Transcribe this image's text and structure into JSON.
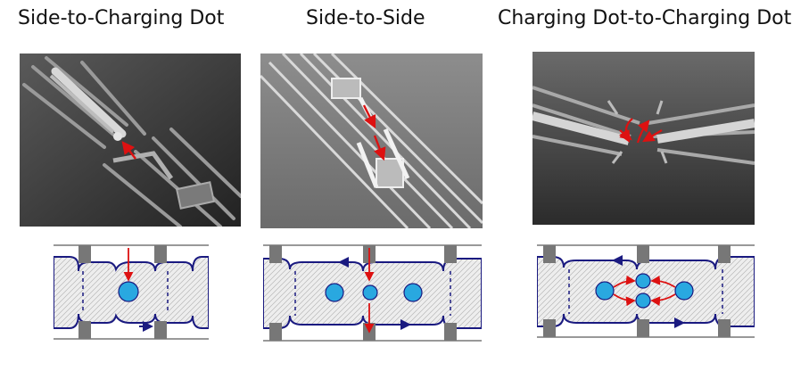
{
  "titles": {
    "side_to_charging_dot": "Side-to-Charging Dot",
    "side_to_side": "Side-to-Side",
    "dot_to_dot": "Charging Dot-to-Charging Dot"
  },
  "colors": {
    "arrow_red": "#dd1111",
    "edge_navy": "#1a1a80",
    "dot_fill": "#29a8e0",
    "gate_gray": "#777777",
    "sem_bg": "#3a3a3a"
  }
}
